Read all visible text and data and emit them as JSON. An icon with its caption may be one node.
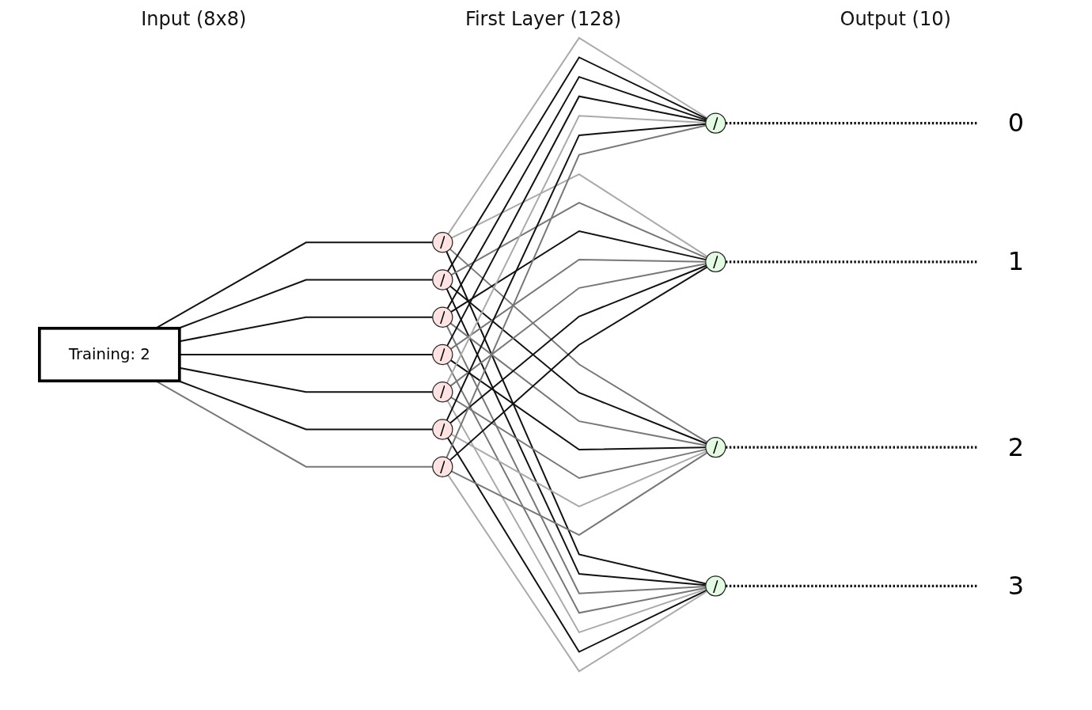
{
  "diagram": {
    "nodes": [
      {
        "text": [
          "Training: 2"
        ]
      },
      {
        "text": [
          "/"
        ]
      },
      {
        "text": [
          "/"
        ]
      },
      {
        "text": [
          "/"
        ]
      },
      {
        "text": [
          "/"
        ]
      },
      {
        "text": [
          "/"
        ]
      },
      {
        "text": [
          "/"
        ]
      },
      {
        "text": [
          "/"
        ]
      },
      {
        "text": [
          "/"
        ]
      },
      {
        "text": [
          "/"
        ]
      },
      {
        "text": [
          "/"
        ]
      },
      {
        "text": [
          "/"
        ]
      },
      {
        "text": [
          "0"
        ]
      },
      {
        "text": [
          "1"
        ]
      },
      {
        "text": [
          "2"
        ]
      },
      {
        "text": [
          "3"
        ]
      }
    ],
    "edges": [
      {
        "from": 0,
        "to": 1,
        "arrow": "none"
      },
      {
        "from": 0,
        "to": 2,
        "arrow": "none"
      },
      {
        "from": 0,
        "to": 3,
        "arrow": "none"
      },
      {
        "from": 0,
        "to": 4,
        "arrow": "none"
      },
      {
        "from": 0,
        "to": 5,
        "arrow": "none"
      },
      {
        "from": 0,
        "to": 6,
        "arrow": "none"
      },
      {
        "from": 0,
        "to": 7,
        "arrow": "none",
        "color": "#777777"
      },
      {
        "from": 1,
        "to": 8,
        "arrow": "none",
        "color": "#aaaaaa"
      },
      {
        "from": 1,
        "to": 9,
        "arrow": "none",
        "color": "#aaaaaa"
      },
      {
        "from": 1,
        "to": 10,
        "arrow": "none",
        "color": "#777777"
      },
      {
        "from": 1,
        "to": 11,
        "arrow": "none"
      },
      {
        "from": 2,
        "to": 8,
        "arrow": "none"
      },
      {
        "from": 2,
        "to": 9,
        "arrow": "none",
        "color": "#777777"
      },
      {
        "from": 2,
        "to": 10,
        "arrow": "none"
      },
      {
        "from": 2,
        "to": 11,
        "arrow": "none"
      },
      {
        "from": 3,
        "to": 8,
        "arrow": "none"
      },
      {
        "from": 3,
        "to": 9,
        "arrow": "none"
      },
      {
        "from": 3,
        "to": 10,
        "arrow": "none",
        "color": "#777777"
      },
      {
        "from": 3,
        "to": 11,
        "arrow": "none",
        "color": "#777777"
      },
      {
        "from": 4,
        "to": 8,
        "arrow": "none"
      },
      {
        "from": 4,
        "to": 9,
        "arrow": "none",
        "color": "#777777"
      },
      {
        "from": 4,
        "to": 10,
        "arrow": "none"
      },
      {
        "from": 4,
        "to": 11,
        "arrow": "none",
        "color": "#777777"
      },
      {
        "from": 5,
        "to": 8,
        "arrow": "none",
        "color": "#aaaaaa"
      },
      {
        "from": 5,
        "to": 9,
        "arrow": "none",
        "color": "#777777"
      },
      {
        "from": 5,
        "to": 10,
        "arrow": "none",
        "color": "#777777"
      },
      {
        "from": 5,
        "to": 11,
        "arrow": "none",
        "color": "#aaaaaa"
      },
      {
        "from": 6,
        "to": 8,
        "arrow": "none"
      },
      {
        "from": 6,
        "to": 9,
        "arrow": "none"
      },
      {
        "from": 6,
        "to": 10,
        "arrow": "none",
        "color": "#aaaaaa"
      },
      {
        "from": 6,
        "to": 11,
        "arrow": "none"
      },
      {
        "from": 7,
        "to": 8,
        "arrow": "none",
        "color": "#777777"
      },
      {
        "from": 7,
        "to": 9,
        "arrow": "none"
      },
      {
        "from": 7,
        "to": 10,
        "arrow": "none",
        "color": "#777777"
      },
      {
        "from": 7,
        "to": 11,
        "arrow": "none",
        "color": "#aaaaaa"
      },
      {
        "from": 8,
        "to": 12,
        "arrow": "none",
        "style": "dashed"
      },
      {
        "from": 9,
        "to": 13,
        "arrow": "none",
        "style": "dashed"
      },
      {
        "from": 10,
        "to": 14,
        "arrow": "none",
        "style": "dashed"
      },
      {
        "from": 11,
        "to": 15,
        "arrow": "none",
        "style": "dashed"
      }
    ],
    "labels": [
      "Input (8x8)",
      "First Layer (128)",
      "Output (10)"
    ]
  }
}
